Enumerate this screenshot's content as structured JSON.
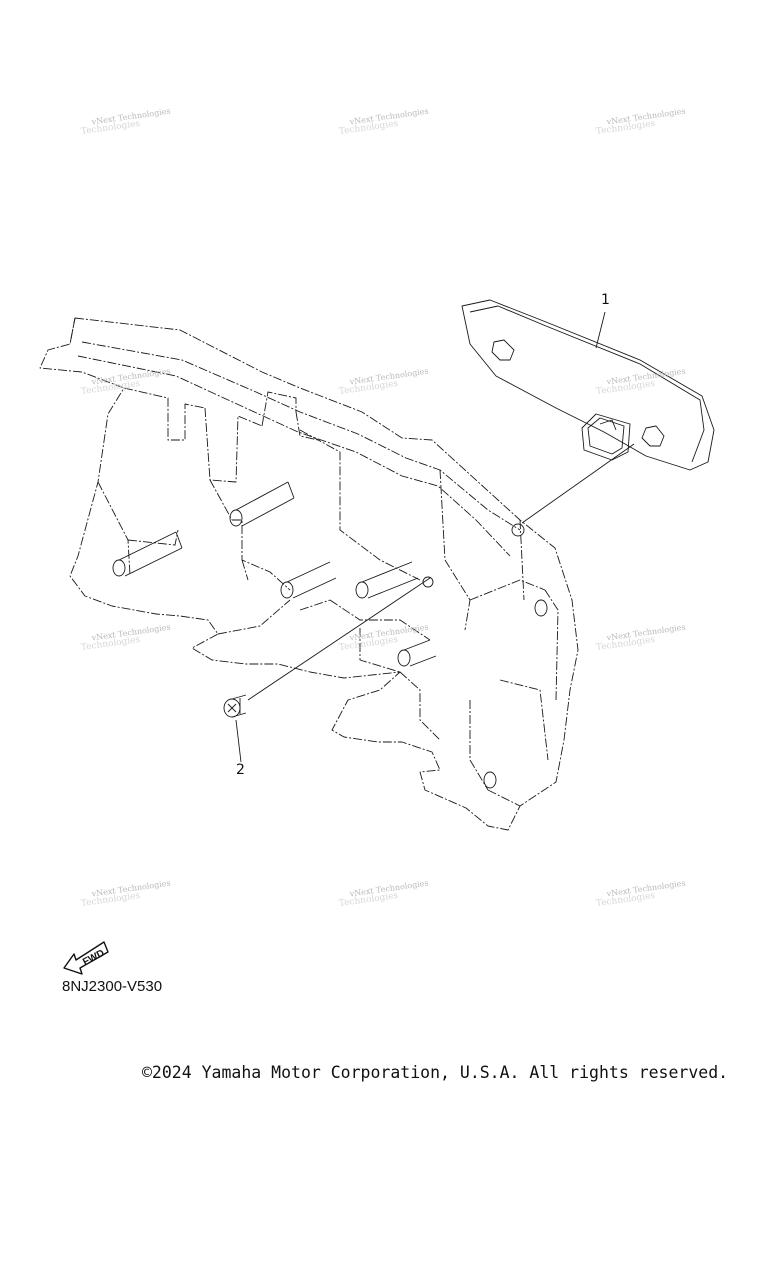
{
  "callouts": {
    "part_1": "1",
    "part_2": "2"
  },
  "diagram_code": "8NJ2300-V530",
  "fwd_label": "FWD",
  "copyright": "©2024 Yamaha Motor Corporation, U.S.A. All rights reserved.",
  "watermark": {
    "line1": "vNext Technologies",
    "line2": "Technologies"
  },
  "colors": {
    "line": "#1a1a1a",
    "watermark": "#b9b9b9"
  }
}
